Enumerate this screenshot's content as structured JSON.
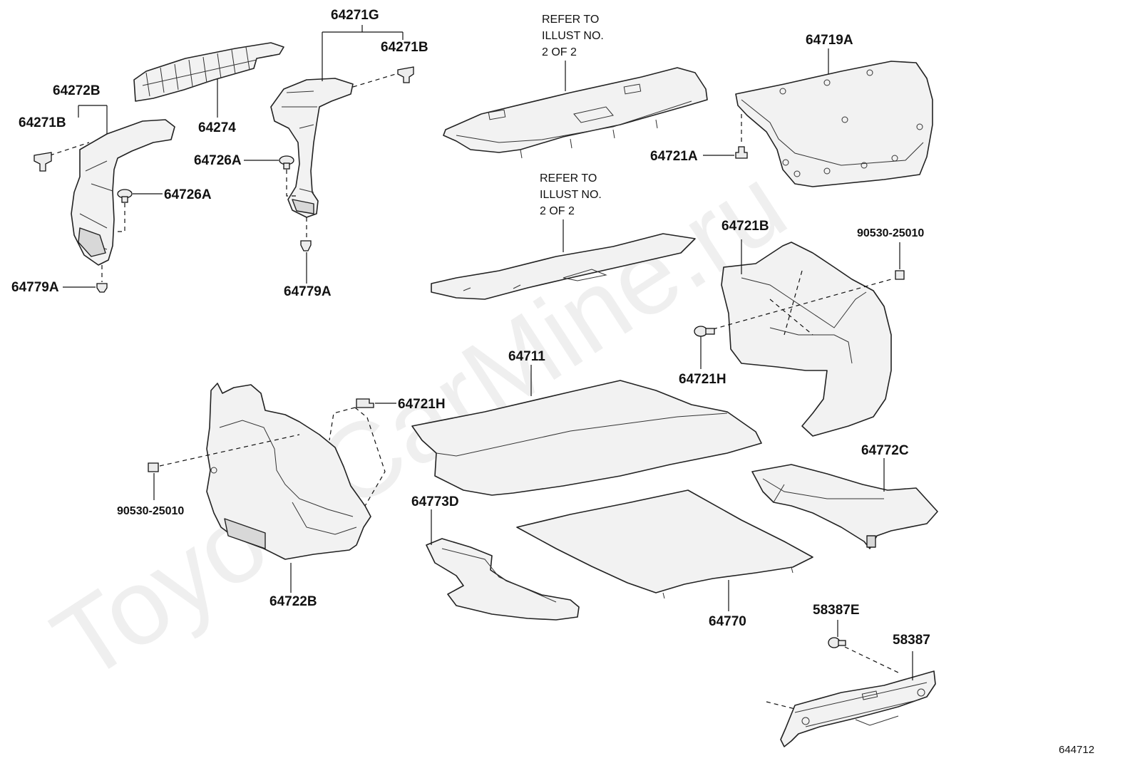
{
  "watermark": "ToyotaCarMine.ru",
  "diagram_code": "644712",
  "reference_note": {
    "line1": "REFER TO",
    "line2": "ILLUST NO.",
    "line3": "2 OF 2"
  },
  "labels": {
    "p64271G": "64271G",
    "p64271B_top": "64271B",
    "p64272B": "64272B",
    "p64271B_left": "64271B",
    "p64274": "64274",
    "p64726A_mid": "64726A",
    "p64726A_left": "64726A",
    "p64779A_left": "64779A",
    "p64779A_mid": "64779A",
    "p64719A": "64719A",
    "p64721A": "64721A",
    "p64721B": "64721B",
    "p90530_right": "90530-25010",
    "p64721H_right": "64721H",
    "p64711": "64711",
    "p64721H_left": "64721H",
    "p90530_left": "90530-25010",
    "p64722B": "64722B",
    "p64773D": "64773D",
    "p64772C": "64772C",
    "p64770": "64770",
    "p58387E": "58387E",
    "p58387": "58387"
  }
}
